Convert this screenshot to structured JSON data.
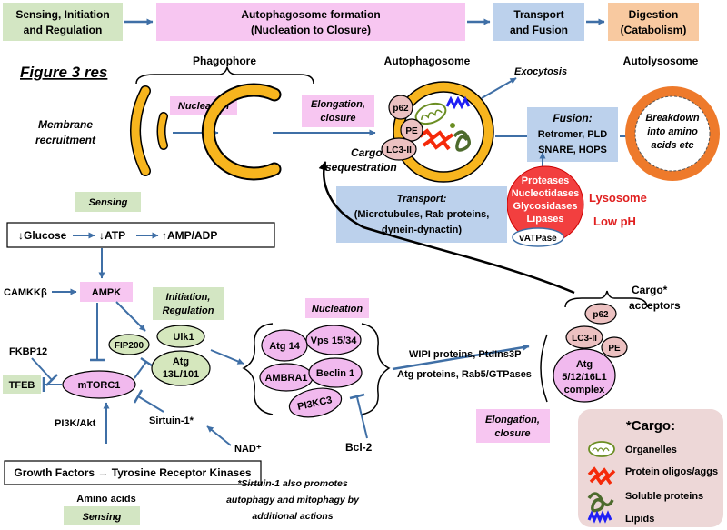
{
  "stages": [
    {
      "line1": "Sensing, Initiation",
      "line2": "and Regulation",
      "color": "#d3e6c3"
    },
    {
      "line1": "Autophagosome formation",
      "line2": "(Nucleation to Closure)",
      "color": "#f7c6f1"
    },
    {
      "line1": "Transport",
      "line2": "and Fusion",
      "color": "#bcd1ec"
    },
    {
      "line1": "Digestion",
      "line2": "(Catabolism)",
      "color": "#f8c9a0"
    }
  ],
  "figure_title": "Figure 3 res",
  "headings": {
    "phagophore": "Phagophore",
    "autophagosome": "Autophagosome",
    "autolysosome": "Autolysosome",
    "exocytosis": "Exocytosis"
  },
  "membrane": {
    "line1": "Membrane",
    "line2": "recruitment"
  },
  "nucleation_label": "Nucleation",
  "elongation": {
    "line1": "Elongation,",
    "line2": "closure"
  },
  "cargo_seq": {
    "line1": "Cargo",
    "line2": "sequestration"
  },
  "markers": {
    "p62": "p62",
    "pe": "PE",
    "lc3": "LC3-II"
  },
  "fusion": {
    "title": "Fusion:",
    "line1": "Retromer, PLD",
    "line2": "SNARE, HOPS"
  },
  "breakdown": {
    "line1": "Breakdown",
    "line2": "into  amino",
    "line3": "acids etc"
  },
  "lysosome": {
    "enzymes": [
      "Proteases",
      "Nucleotidases",
      "Glycosidases",
      "Lipases"
    ],
    "vatpase": "vATPase",
    "label": "Lysosome",
    "ph": "Low pH"
  },
  "transport": {
    "title": "Transport:",
    "line1": "(Microtubules, Rab proteins,",
    "line2": "dynein-dynactin)"
  },
  "sensing_label": "Sensing",
  "energy_chain": {
    "glucose": "↓Glucose",
    "atp": "↓ATP",
    "amp": "↑AMP/ADP"
  },
  "ampk": "AMPK",
  "camkk": "CAMKKβ",
  "initiation": {
    "line1": "Initiation,",
    "line2": "Regulation"
  },
  "complex1": {
    "fip200": "FIP200",
    "ulk1": "Ulk1",
    "atg_l1": "Atg",
    "atg_l2": "13L/101"
  },
  "fkbp12": "FKBP12",
  "tfeb": "TFEB",
  "mtorc1": "mTORC1",
  "sirtuin": "Sirtuin-1*",
  "pi3k_akt": "PI3K/Akt",
  "nad": "NAD⁺",
  "growth": "Growth Factors → Tyrosine Receptor Kinases",
  "amino_acids": "Amino acids",
  "sensing_bottom": "Sensing",
  "footnote": {
    "line1": "*Sirtuin-1 also promotes",
    "line2": "autophagy and mitophagy by",
    "line3": "additional actions"
  },
  "nucleation_complex": {
    "atg14": "Atg 14",
    "vps": "Vps 15/34",
    "ambra": "AMBRA1",
    "beclin": "Beclin 1",
    "pi3kc3": "PI3KC3"
  },
  "bcl2": "Bcl-2",
  "wipi": {
    "line1": "WIPI proteins, PtdIns3P",
    "line2": "Atg proteins,  Rab5/GTPases"
  },
  "cargo_acceptors": {
    "line1": "Cargo*",
    "line2": "acceptors"
  },
  "atg_complex": {
    "line1": "Atg",
    "line2": "5/12/16L1",
    "line3": "complex"
  },
  "elongation2": {
    "line1": "Elongation,",
    "line2": "closure"
  },
  "cargo_legend": {
    "title": "*Cargo:",
    "items": [
      "Organelles",
      "Protein oligos/aggs",
      "Soluble proteins",
      "Lipids"
    ]
  },
  "colors": {
    "arrow": "#3f6fa6",
    "green_box": "#d3e6c3",
    "pink_box": "#f7c6f1",
    "blue_box": "#bcd1ec",
    "orange_box": "#f8c9a0",
    "membrane": "#f7b51e",
    "lysosome": "#f23f3f",
    "lysosome_text": "#e02020",
    "pink_node": "#f1b9ee",
    "green_node": "#d5e7bd",
    "marker": "#ecc1c1",
    "autolysosome_ring": "#ee7a2b",
    "legend_bg": "#edd7d7"
  }
}
